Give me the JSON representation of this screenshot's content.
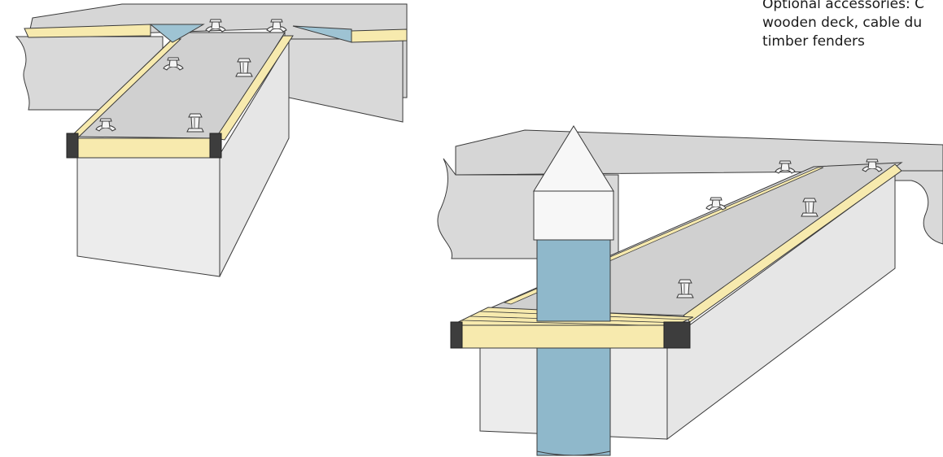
{
  "caption": {
    "lines": [
      "Optional accessories: C",
      "wooden deck, cable du",
      "timber fenders"
    ]
  },
  "colors": {
    "concrete_top": "#d6d6d6",
    "concrete_side": "#ececec",
    "concrete_shadow": "#c4c4c4",
    "timber": "#f7eaae",
    "fender_dark": "#3d3d3d",
    "water": "#9ec3d3",
    "pile": "#8fb8cb",
    "pile_cap": "#f7f7f7",
    "outline": "#3a3a3a"
  },
  "icons": {
    "cleat": "mooring-cleat-icon",
    "bollard": "bollard-icon"
  }
}
